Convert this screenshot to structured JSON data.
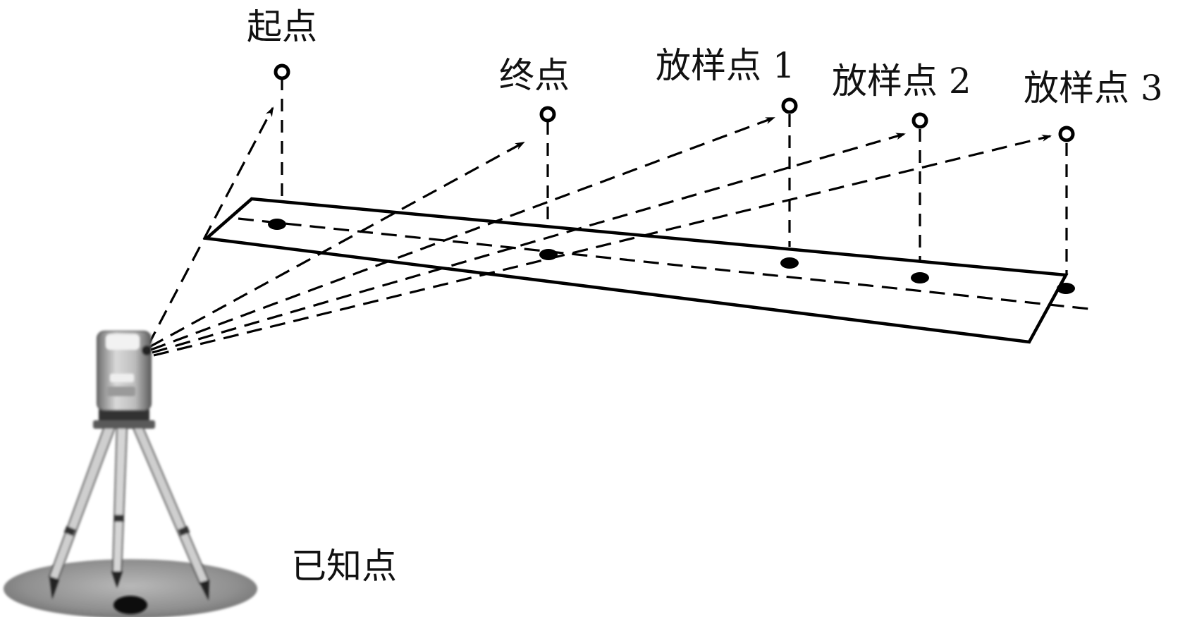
{
  "labels": {
    "start": "起点",
    "end": "终点",
    "stake1": "放样点 1",
    "stake2": "放样点 2",
    "stake3": "放样点 3",
    "known": "已知点"
  }
}
